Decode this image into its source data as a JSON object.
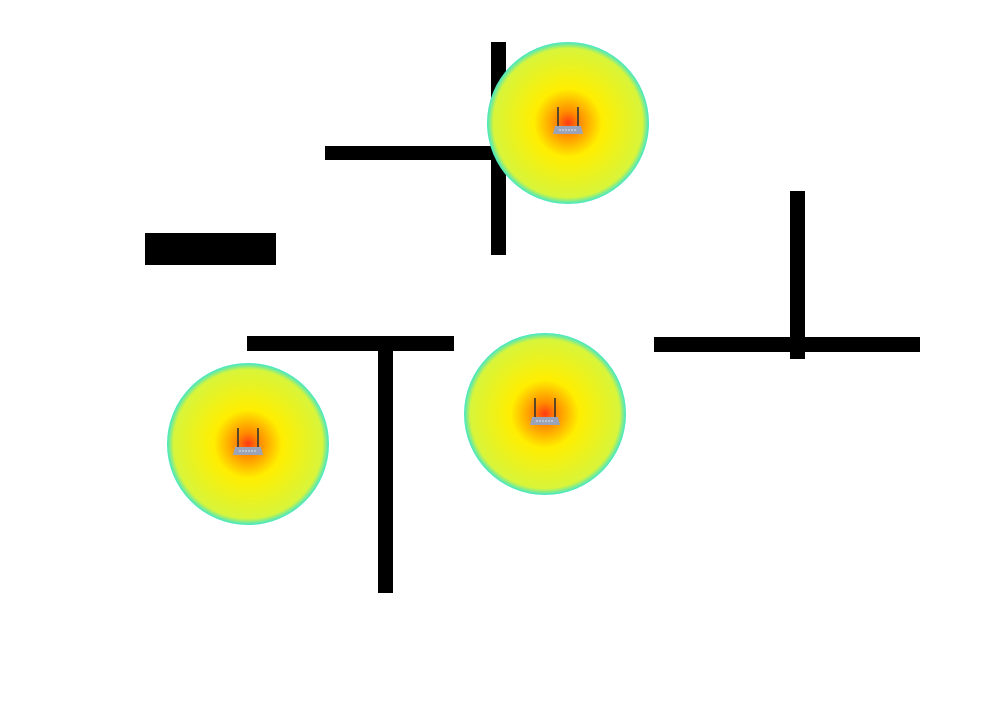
{
  "colors": {
    "background": "#ffffff",
    "wall": "#000000",
    "signal_center": "#ff3a12",
    "signal_mid": "#ff8a00",
    "signal_inner": "#ffee00",
    "signal_outer": "#d8f53a",
    "signal_edge": "#40e6c8",
    "router_body": "#9aa3b8",
    "router_antenna": "#333333"
  },
  "routers": [
    {
      "icon": "wifi-router-icon",
      "signal": "strong-at-center-fading-outward"
    },
    {
      "icon": "wifi-router-icon",
      "signal": "strong-at-center-fading-outward"
    },
    {
      "icon": "wifi-router-icon",
      "signal": "strong-at-center-fading-outward"
    }
  ],
  "walls": [
    {
      "kind": "horizontal-wall"
    },
    {
      "kind": "vertical-wall"
    },
    {
      "kind": "solid-block"
    },
    {
      "kind": "horizontal-wall"
    },
    {
      "kind": "vertical-wall"
    },
    {
      "kind": "horizontal-wall"
    },
    {
      "kind": "vertical-wall"
    }
  ]
}
